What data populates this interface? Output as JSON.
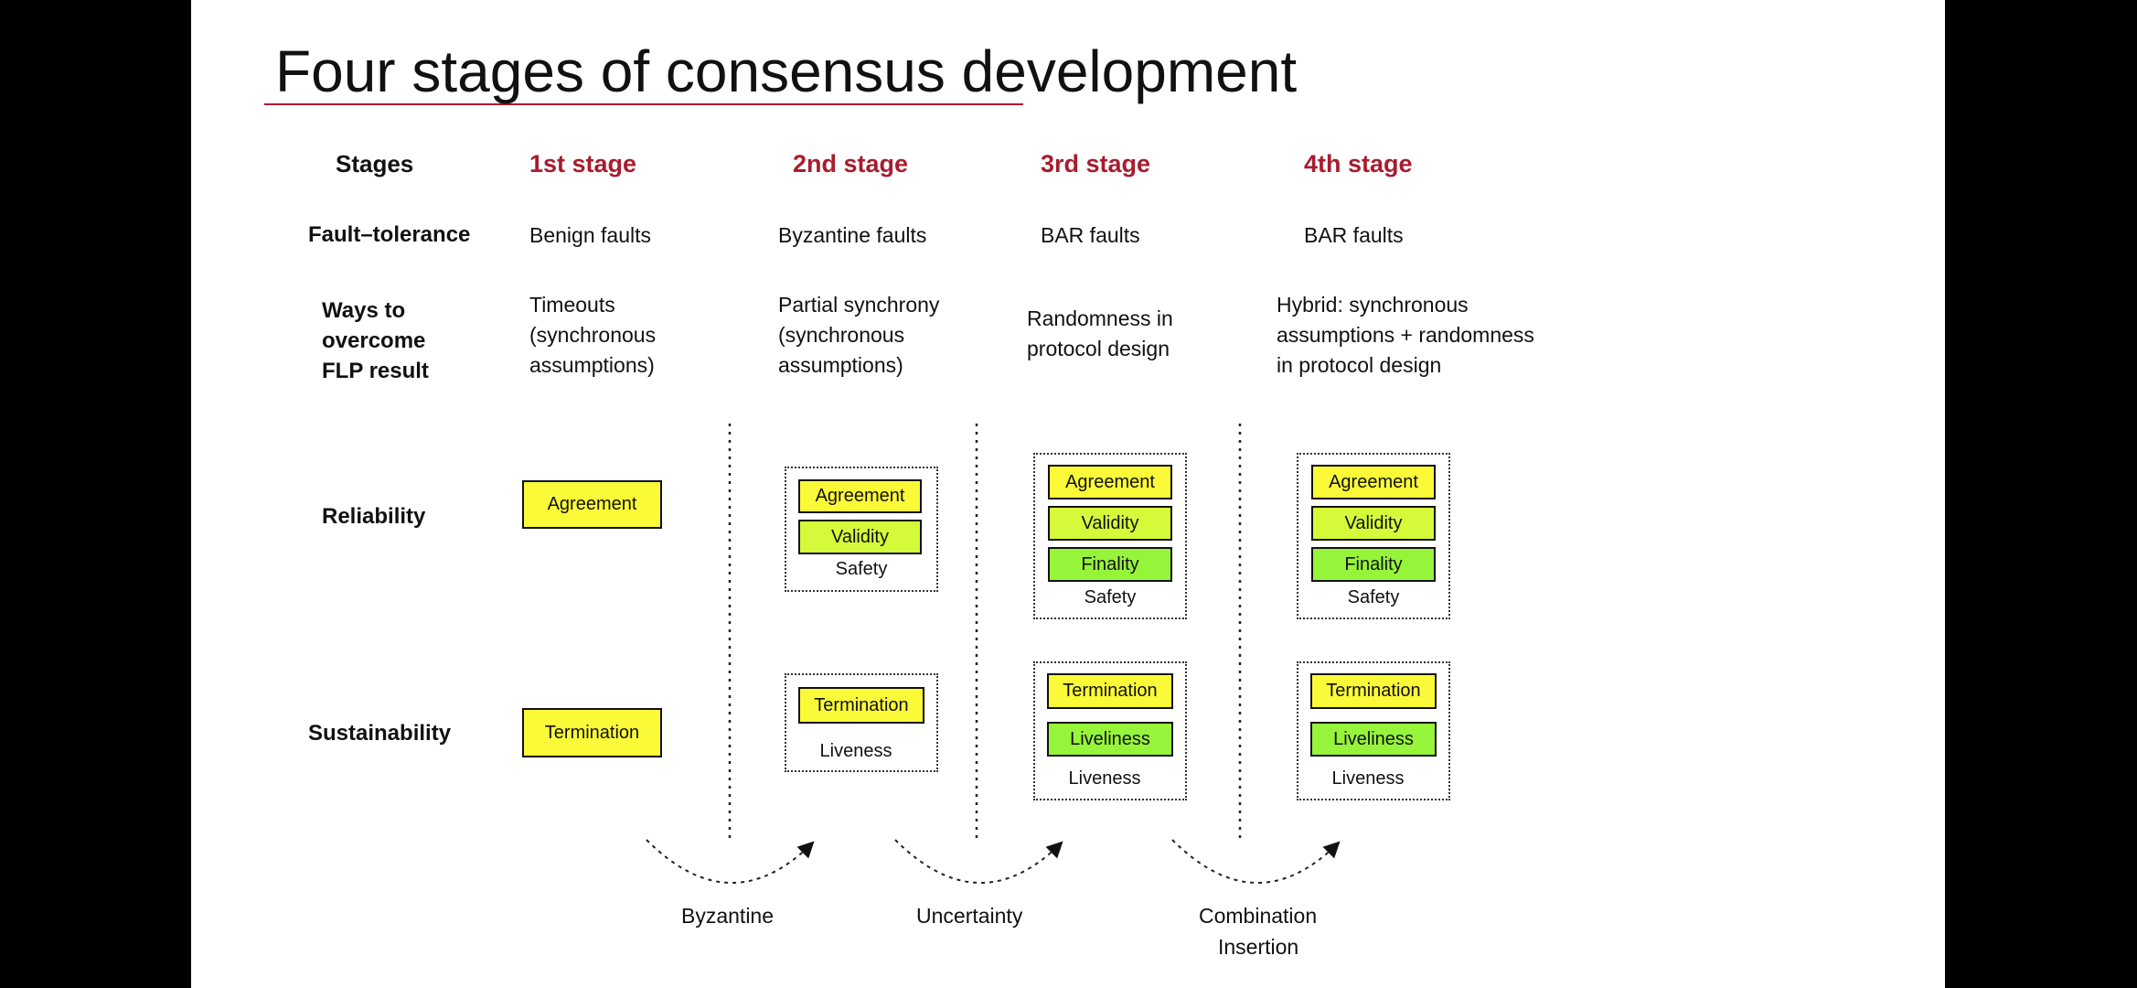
{
  "title": "Four stages of consensus development",
  "colors": {
    "accent_red": "#a81c2f",
    "box_yellow": "#fbfa39",
    "box_yellowgreen": "#d5fa39",
    "box_green": "#96f43a"
  },
  "row_labels": {
    "stages": "Stages",
    "fault_tolerance": "Fault–tolerance",
    "ways": [
      "Ways to",
      "overcome",
      "FLP result"
    ],
    "reliability": "Reliability",
    "sustainability": "Sustainability"
  },
  "stages": [
    {
      "name": "1st stage",
      "fault": "Benign faults",
      "ways": [
        "Timeouts",
        "(synchronous",
        "assumptions)"
      ],
      "reliability_items": [
        "Agreement"
      ],
      "sustainability_items": [
        "Termination"
      ]
    },
    {
      "name": "2nd stage",
      "fault": "Byzantine faults",
      "ways": [
        "Partial synchrony",
        "(synchronous",
        "assumptions)"
      ],
      "reliability_items": [
        "Agreement",
        "Validity"
      ],
      "reliability_group": "Safety",
      "sustainability_items": [
        "Termination"
      ],
      "sustainability_group": "Liveness"
    },
    {
      "name": "3rd stage",
      "fault": "BAR faults",
      "ways": [
        "Randomness in",
        "protocol design"
      ],
      "reliability_items": [
        "Agreement",
        "Validity",
        "Finality"
      ],
      "reliability_group": "Safety",
      "sustainability_items": [
        "Termination",
        "Liveliness"
      ],
      "sustainability_group": "Liveness"
    },
    {
      "name": "4th stage",
      "fault": "BAR faults",
      "ways": [
        "Hybrid: synchronous",
        "assumptions + randomness",
        "in protocol design"
      ],
      "reliability_items": [
        "Agreement",
        "Validity",
        "Finality"
      ],
      "reliability_group": "Safety",
      "sustainability_items": [
        "Termination",
        "Liveliness"
      ],
      "sustainability_group": "Liveness"
    }
  ],
  "transitions": [
    {
      "label": [
        "Byzantine"
      ]
    },
    {
      "label": [
        "Uncertainty"
      ]
    },
    {
      "label": [
        "Combination",
        "Insertion"
      ]
    }
  ]
}
